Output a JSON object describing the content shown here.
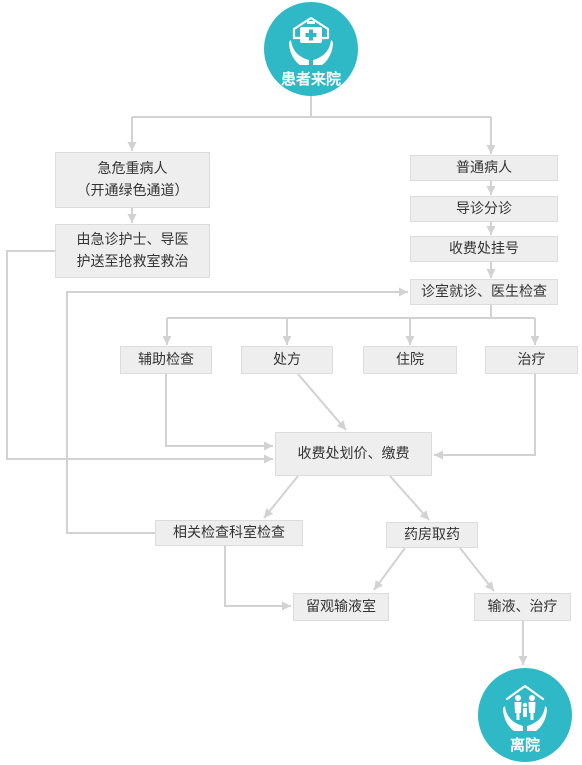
{
  "start": {
    "label": "患者来院",
    "icon": "hospital-hands-icon"
  },
  "end": {
    "label": "离院",
    "icon": "family-hands-icon"
  },
  "emergency": {
    "patient": [
      "急危重病人",
      "（开通绿色通道）"
    ],
    "escort": [
      "由急诊护士、导医",
      "护送至抢救室救治"
    ]
  },
  "normal": {
    "patient": "普通病人",
    "guide": "导诊分诊",
    "register": "收费处挂号",
    "consult": "诊室就诊、医生检查"
  },
  "branches": {
    "aux": "辅助检查",
    "prescription": "处方",
    "hospital": "住院",
    "treatment": "治疗"
  },
  "billing": "收费处划价、缴费",
  "lab": "相关检查科室检查",
  "pharmacy": "药房取药",
  "observation": "留观输液室",
  "infusion": "输液、治疗",
  "colors": {
    "accent": "#2fb9c6",
    "box": "#eeeeee",
    "line": "#d2d2d2"
  }
}
